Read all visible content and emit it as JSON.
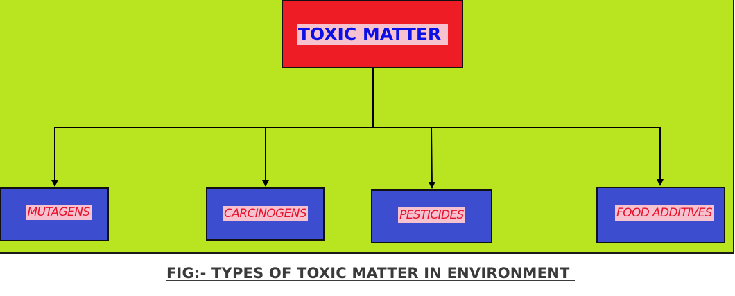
{
  "diagram": {
    "root": {
      "label": "TOXIC MATTER"
    },
    "children": [
      {
        "label": "MUTAGENS"
      },
      {
        "label": "CARCINOGENS"
      },
      {
        "label": "PESTICIDES"
      },
      {
        "label": "FOOD ADDITIVES"
      }
    ],
    "caption": "FIG:- TYPES OF TOXIC MATTER IN ENVIRONMENT ",
    "colors": {
      "background": "#b8e51f",
      "root_fill": "#ee1c25",
      "root_text": "#0a10e6",
      "child_fill": "#3d4dcf",
      "child_text": "#e8102a",
      "label_highlight": "#f7c2cf",
      "connector": "#000000"
    }
  }
}
